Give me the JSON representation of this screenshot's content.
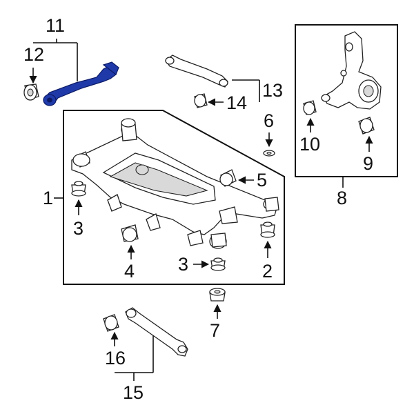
{
  "callouts": {
    "c1": "1",
    "c2": "2",
    "c3a": "3",
    "c3b": "3",
    "c4": "4",
    "c5": "5",
    "c6": "6",
    "c7": "7",
    "c8": "8",
    "c9": "9",
    "c10": "10",
    "c11": "11",
    "c12": "12",
    "c13": "13",
    "c14": "14",
    "c15": "15",
    "c16": "16"
  },
  "colors": {
    "highlight": "#1f3aa8",
    "line": "#111111",
    "part_fill": "#ffffff",
    "shade": "#d9d9d9"
  }
}
